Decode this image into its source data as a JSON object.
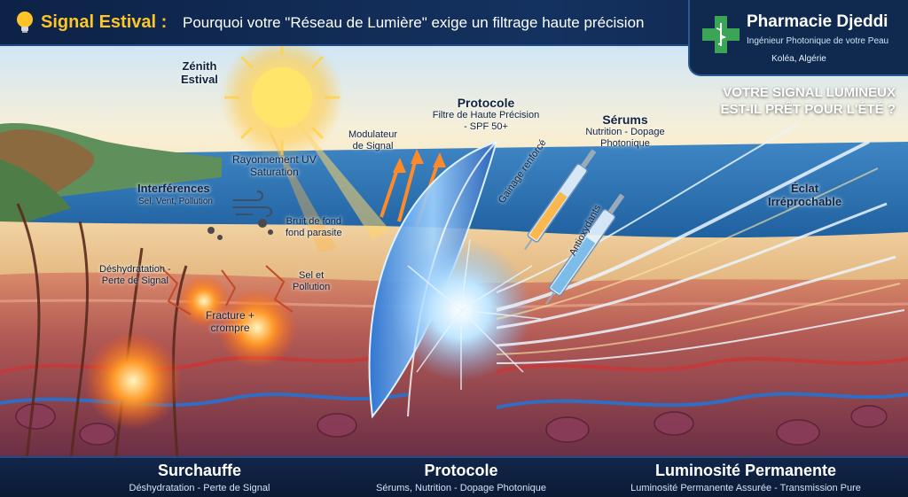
{
  "header": {
    "title_highlight": "Signal Estival :",
    "title_rest": "Pourquoi votre \"Réseau de Lumière\" exige un filtrage haute précision"
  },
  "brand": {
    "name": "Pharmacie Djeddi",
    "tagline": "Ingénieur Photonique de votre Peau",
    "location": "Koléa, Algérie"
  },
  "question": {
    "line1": "VOTRE SIGNAL LUMINEUX",
    "line2": "EST-IL PRÊT POUR L'ÉTÉ ?"
  },
  "labels": {
    "zenith": "Zénith",
    "zenith_2": "Estival",
    "uv": "Rayonnement UV",
    "uv_2": "Saturation",
    "interferences": "Interférences",
    "interferences_sub": "Sel, Vent, Pollution",
    "bruit": "Bruit de fond",
    "bruit_2": "fond parasite",
    "sel": "Sel et",
    "sel_2": "Pollution",
    "dehydratation": "Déshydratation -",
    "dehydratation_2": "Perte de Signal",
    "fracture": "Fracture +",
    "fracture_2": "crompre",
    "modulateur": "Modulateur",
    "modulateur_2": "de Signal",
    "protocole_title": "Protocole",
    "protocole_sub": "Filtre de Haute Précision",
    "protocole_sub_2": "- SPF 50+",
    "serums": "Sérums",
    "serums_sub": "Nutrition - Dopage",
    "serums_sub_2": "Photonique",
    "gainage": "Gainage renforcé",
    "antioxydants": "Antioxydants",
    "eclat": "Éclat",
    "eclat_2": "Irréprochable"
  },
  "footer": {
    "col1_title": "Surchauffe",
    "col1_sub": "Déshydratation - Perte de Signal",
    "col2_title": "Protocole",
    "col2_sub": "Sérums, Nutrition - Dopage Photonique",
    "col3_title": "Luminosité Permanente",
    "col3_sub": "Luminosité Permanente Assurée - Transmission Pure"
  },
  "colors": {
    "accent_gold": "#ffc528",
    "header_navy": "#0d2246",
    "brand_green": "#3aa655",
    "sea_blue": "#1f6fb0",
    "skin_red": "#b04a4a",
    "glow_orange": "#ff7a1a"
  },
  "icons": [
    "lightbulb-icon",
    "pharmacy-cross-icon",
    "wind-icon",
    "syringe-icon"
  ]
}
